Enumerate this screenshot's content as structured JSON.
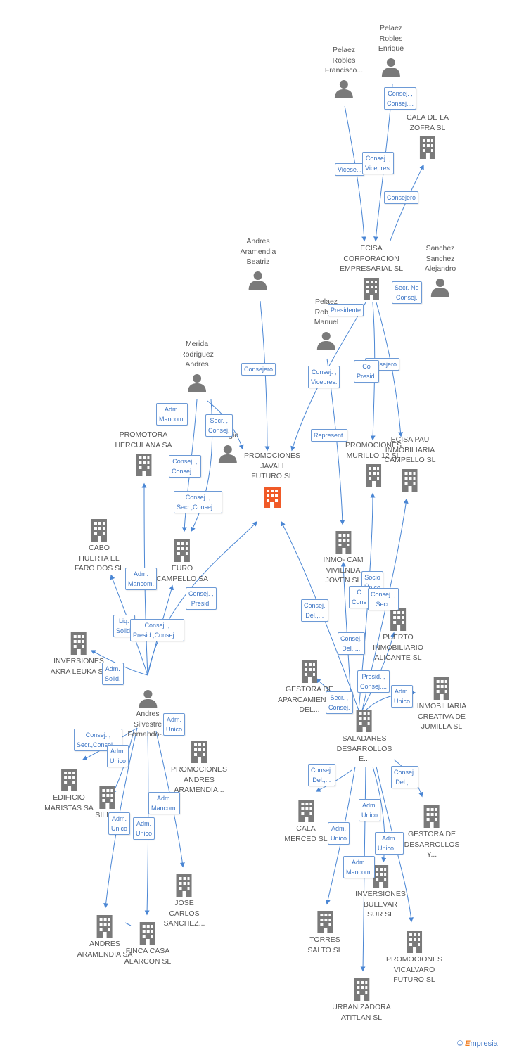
{
  "colors": {
    "edge": "#4a86d4",
    "icon": "#7a7a7a",
    "focus": "#f05a28",
    "box_border": "#6d9ad6",
    "box_text": "#3a73c4"
  },
  "nodes": [
    {
      "id": "promociones_javali",
      "label": "PROMOCIONES\nJAVALI\nFUTURO SL",
      "type": "company",
      "focus": true
    },
    {
      "id": "pelaez_robles_enrique",
      "label": "Pelaez\nRobles\nEnrique",
      "type": "person"
    },
    {
      "id": "pelaez_robles_francisco",
      "label": "Pelaez\nRobles\nFrancisco...",
      "type": "person"
    },
    {
      "id": "cala_zofra",
      "label": "CALA DE LA\nZOFRA SL",
      "type": "company"
    },
    {
      "id": "andres_aramendia_beatriz",
      "label": "Andres\nAramendia\nBeatriz",
      "type": "person"
    },
    {
      "id": "ecisa_corporacion",
      "label": "ECISA\nCORPORACION\nEMPRESARIAL SL",
      "type": "company"
    },
    {
      "id": "sanchez_alejandro",
      "label": "Sanchez\nSanchez\nAlejandro",
      "type": "person"
    },
    {
      "id": "pelaez_manuel",
      "label": "Pelaez\nRobles\nManuel",
      "type": "person"
    },
    {
      "id": "merida_rodriguez",
      "label": "Merida\nRodriguez\nAndres",
      "type": "person"
    },
    {
      "id": "promotora_herculana",
      "label": "PROMOTORA\nHERCULANA SA",
      "type": "company"
    },
    {
      "id": "sergio",
      "label": "Sergio",
      "type": "person"
    },
    {
      "id": "promociones_murillo",
      "label": "PROMOCIONES\nMURILLO 12 SL",
      "type": "company"
    },
    {
      "id": "ecisa_pau",
      "label": "ECISA PAU\nINMOBILIARIA\nCAMPELLO SL",
      "type": "company"
    },
    {
      "id": "cabo_huerta",
      "label": "CABO\nHUERTA EL\nFARO DOS  SL",
      "type": "company"
    },
    {
      "id": "euro_campello",
      "label": "EURO\nCAMPELLO SA",
      "type": "company"
    },
    {
      "id": "inmo_cam",
      "label": "INMO- CAM\nVIVIENDA\nJOVEN SL",
      "type": "company"
    },
    {
      "id": "puerto_inmobiliario",
      "label": "PUERTO\nINMOBILIARIO\nALICANTE SL",
      "type": "company"
    },
    {
      "id": "inversiones_akra",
      "label": "INVERSIONES\nAKRA LEUKA SL",
      "type": "company"
    },
    {
      "id": "gestora_aparcamientos",
      "label": "GESTORA DE\nAPARCAMIENTOS\nDEL...",
      "type": "company"
    },
    {
      "id": "inmobiliaria_creativa",
      "label": "INMOBILIARIA\nCREATIVA DE\nJUMILLA SL",
      "type": "company"
    },
    {
      "id": "andres_silvestre",
      "label": "Andres\nSilvestre\nFernando-...",
      "type": "person"
    },
    {
      "id": "saladares",
      "label": "SALADARES\nDESARROLLOS\nE...",
      "type": "company"
    },
    {
      "id": "promociones_andres",
      "label": "PROMOCIONES\nANDRES\nARAMENDIA...",
      "type": "company"
    },
    {
      "id": "edificio_maristas",
      "label": "EDIFICIO\nMARISTAS SA",
      "type": "company"
    },
    {
      "id": "silm",
      "label": "SILM...",
      "type": "company"
    },
    {
      "id": "cala_merced",
      "label": "CALA\nMERCED SL",
      "type": "company"
    },
    {
      "id": "gestora_desarrollos",
      "label": "GESTORA DE\nDESARROLLOS\nY...",
      "type": "company"
    },
    {
      "id": "jose_carlos",
      "label": "JOSE\nCARLOS\nSANCHEZ...",
      "type": "company"
    },
    {
      "id": "inversiones_bulevar",
      "label": "INVERSIONES\nBULEVAR\nSUR SL",
      "type": "company"
    },
    {
      "id": "andres_aramendia_sa",
      "label": "ANDRES\nARAMENDIA SA",
      "type": "company"
    },
    {
      "id": "finca_casa",
      "label": "FINCA CASA\nALARCON SL",
      "type": "company"
    },
    {
      "id": "torres_salto",
      "label": "TORRES\nSALTO SL",
      "type": "company"
    },
    {
      "id": "promociones_vicalvaro",
      "label": "PROMOCIONES\nVICALVARO\nFUTURO SL",
      "type": "company"
    },
    {
      "id": "urbanizadora_atitlan",
      "label": "URBANIZADORA\nATITLAN SL",
      "type": "company"
    }
  ],
  "relations": [
    {
      "id": "r1",
      "label": "Consej. ,\nConsej...."
    },
    {
      "id": "r2",
      "label": "Vicese..."
    },
    {
      "id": "r3",
      "label": "Consej. ,\nVicepres."
    },
    {
      "id": "r4",
      "label": "Consejero"
    },
    {
      "id": "r5",
      "label": "Secr.  No\nConsej."
    },
    {
      "id": "r6",
      "label": "Presidente"
    },
    {
      "id": "r7",
      "label": "Consejero"
    },
    {
      "id": "r8",
      "label": "Consejero"
    },
    {
      "id": "r9",
      "label": "Co\nPresid."
    },
    {
      "id": "r10",
      "label": "Consej. ,\nVicepres."
    },
    {
      "id": "r11",
      "label": "Adm.\nMancom."
    },
    {
      "id": "r12",
      "label": "Secr. ,\nConsej."
    },
    {
      "id": "r13",
      "label": "Represent."
    },
    {
      "id": "r14",
      "label": "Consej. ,\nConsej...."
    },
    {
      "id": "r15",
      "label": "Consej. ,\nSecr.,Consej...."
    },
    {
      "id": "r16",
      "label": "Adm.\nMancom."
    },
    {
      "id": "r17",
      "label": "Consej. ,\nPresid."
    },
    {
      "id": "r18",
      "label": "Socio\nÚnico"
    },
    {
      "id": "r19",
      "label": "C\nCons"
    },
    {
      "id": "r20",
      "label": "Consej. ,\nSecr."
    },
    {
      "id": "r21",
      "label": "Consej.\nDel.,..."
    },
    {
      "id": "r22",
      "label": "Liq.\nSolid."
    },
    {
      "id": "r23",
      "label": "Consej. ,\nPresid.,Consej...."
    },
    {
      "id": "r24",
      "label": "Consej.\nDel.,..."
    },
    {
      "id": "r25",
      "label": "Adm.\nSolid."
    },
    {
      "id": "r26",
      "label": "Presid. ,\nConsej...."
    },
    {
      "id": "r27",
      "label": "Adm.\nUnico"
    },
    {
      "id": "r28",
      "label": "Secr. ,\nConsej."
    },
    {
      "id": "r29",
      "label": "Adm.\nUnico"
    },
    {
      "id": "r30",
      "label": "Consej. ,\nSecr.,Consej...."
    },
    {
      "id": "r31",
      "label": "Adm.\nUnico"
    },
    {
      "id": "r32",
      "label": "Consej.\nDel.,..."
    },
    {
      "id": "r33",
      "label": "Consej.\nDel.,..."
    },
    {
      "id": "r34",
      "label": "Adm.\nMancom."
    },
    {
      "id": "r35",
      "label": "Adm.\nUnico"
    },
    {
      "id": "r36",
      "label": "Adm.\nUnico"
    },
    {
      "id": "r37",
      "label": "Adm.\nUnico"
    },
    {
      "id": "r38",
      "label": "Adm.\nUnico"
    },
    {
      "id": "r39",
      "label": "Adm.\nUnico,..."
    },
    {
      "id": "r40",
      "label": "Adm.\nMancom."
    }
  ],
  "brand": {
    "copyright": "©",
    "name": "mpresia",
    "initial": "E"
  }
}
